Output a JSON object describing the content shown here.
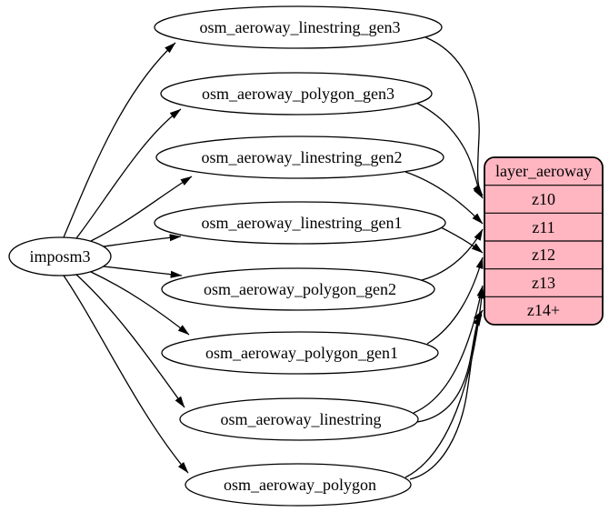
{
  "diagram": {
    "kind": "etl-graph",
    "background_color": "#ffffff",
    "edge_color": "#000000",
    "table_node_fill": "#ffffff",
    "source": {
      "label": "imposm3"
    },
    "tables": [
      {
        "label": "osm_aeroway_linestring_gen3"
      },
      {
        "label": "osm_aeroway_polygon_gen3"
      },
      {
        "label": "osm_aeroway_linestring_gen2"
      },
      {
        "label": "osm_aeroway_linestring_gen1"
      },
      {
        "label": "osm_aeroway_polygon_gen2"
      },
      {
        "label": "osm_aeroway_polygon_gen1"
      },
      {
        "label": "osm_aeroway_linestring"
      },
      {
        "label": "osm_aeroway_polygon"
      }
    ],
    "record": {
      "title": "layer_aeroway",
      "rows": [
        "z10",
        "z11",
        "z12",
        "z13",
        "z14+"
      ],
      "fill": "#ffb6c1",
      "stroke": "#000000"
    },
    "edges": [
      {
        "from": "imposm3",
        "to": "osm_aeroway_linestring_gen3"
      },
      {
        "from": "imposm3",
        "to": "osm_aeroway_polygon_gen3"
      },
      {
        "from": "imposm3",
        "to": "osm_aeroway_linestring_gen2"
      },
      {
        "from": "imposm3",
        "to": "osm_aeroway_linestring_gen1"
      },
      {
        "from": "imposm3",
        "to": "osm_aeroway_polygon_gen2"
      },
      {
        "from": "imposm3",
        "to": "osm_aeroway_polygon_gen1"
      },
      {
        "from": "imposm3",
        "to": "osm_aeroway_linestring"
      },
      {
        "from": "imposm3",
        "to": "osm_aeroway_polygon"
      },
      {
        "from": "osm_aeroway_linestring_gen3",
        "to": "layer_aeroway",
        "port": "z10"
      },
      {
        "from": "osm_aeroway_polygon_gen3",
        "to": "layer_aeroway",
        "port": "z10"
      },
      {
        "from": "osm_aeroway_linestring_gen2",
        "to": "layer_aeroway",
        "port": "z11"
      },
      {
        "from": "osm_aeroway_polygon_gen2",
        "to": "layer_aeroway",
        "port": "z11"
      },
      {
        "from": "osm_aeroway_linestring_gen1",
        "to": "layer_aeroway",
        "port": "z12"
      },
      {
        "from": "osm_aeroway_polygon_gen1",
        "to": "layer_aeroway",
        "port": "z12"
      },
      {
        "from": "osm_aeroway_linestring",
        "to": "layer_aeroway",
        "port": "z13"
      },
      {
        "from": "osm_aeroway_polygon",
        "to": "layer_aeroway",
        "port": "z13"
      },
      {
        "from": "osm_aeroway_linestring",
        "to": "layer_aeroway",
        "port": "z14+"
      },
      {
        "from": "osm_aeroway_polygon",
        "to": "layer_aeroway",
        "port": "z14+"
      }
    ]
  }
}
